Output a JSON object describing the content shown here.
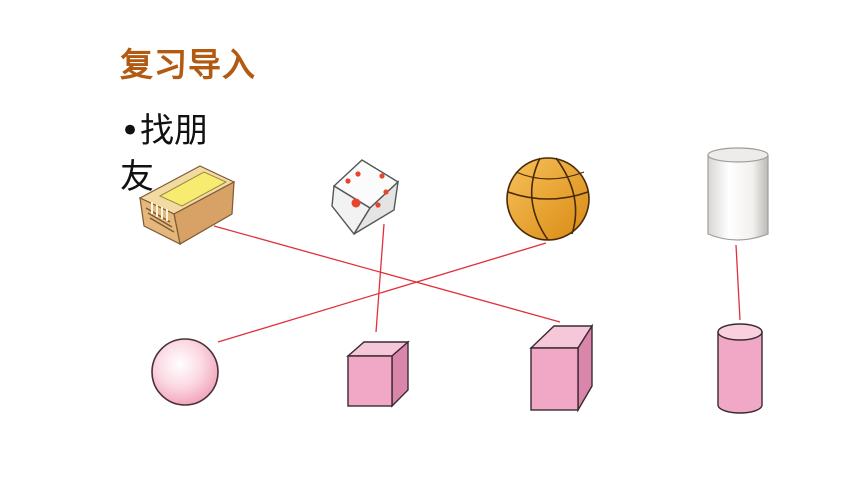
{
  "slide": {
    "title": "复习导入",
    "bullet": "•找朋友"
  },
  "colors": {
    "title": "#b35a12",
    "connector_line": "#e0303a",
    "shape_fill": "#f0a8c6",
    "shape_stroke": "#3a2a30"
  },
  "objects_top": [
    {
      "icon": "matchbox-icon"
    },
    {
      "icon": "dice-icon"
    },
    {
      "icon": "basketball-icon"
    },
    {
      "icon": "paper-cup-icon"
    }
  ],
  "shapes_bottom": [
    {
      "icon": "sphere-icon"
    },
    {
      "icon": "cube-icon"
    },
    {
      "icon": "cuboid-icon"
    },
    {
      "icon": "cylinder-icon"
    }
  ],
  "connections": [
    {
      "from": "matchbox",
      "to": "cuboid"
    },
    {
      "from": "dice",
      "to": "cube"
    },
    {
      "from": "basketball",
      "to": "sphere"
    },
    {
      "from": "paper-cup",
      "to": "cylinder"
    }
  ]
}
